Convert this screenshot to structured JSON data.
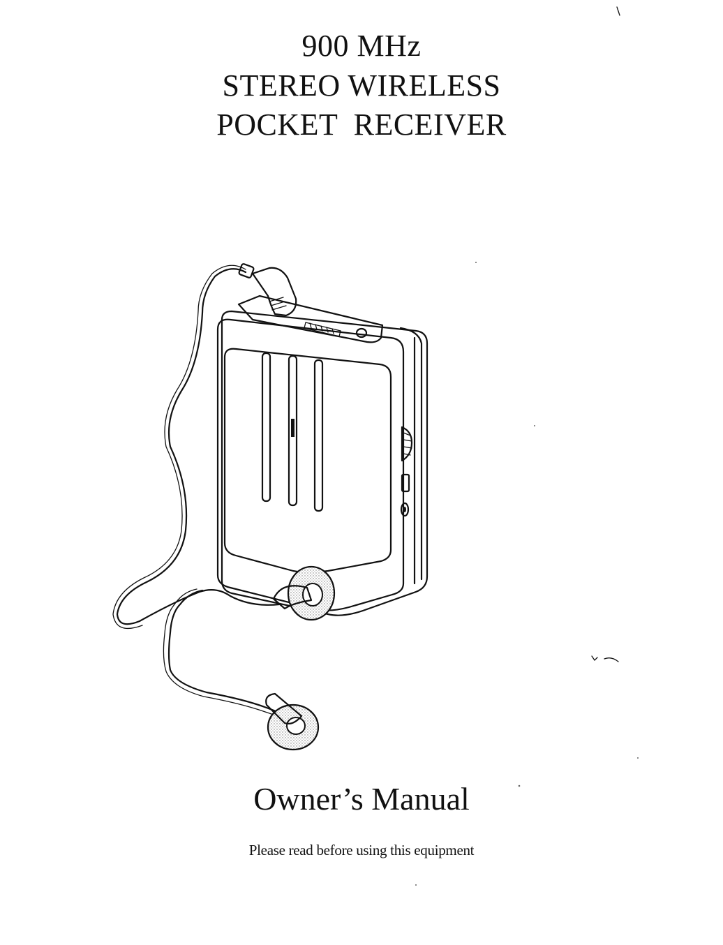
{
  "cover": {
    "title_lines": [
      "900 MHz",
      "STEREO WIRELESS",
      "POCKET  RECEIVER"
    ],
    "subtitle": "Owner’s Manual",
    "note": "Please read before using this equipment"
  },
  "illustration": {
    "subject": "pocket-receiver-with-earphones"
  }
}
